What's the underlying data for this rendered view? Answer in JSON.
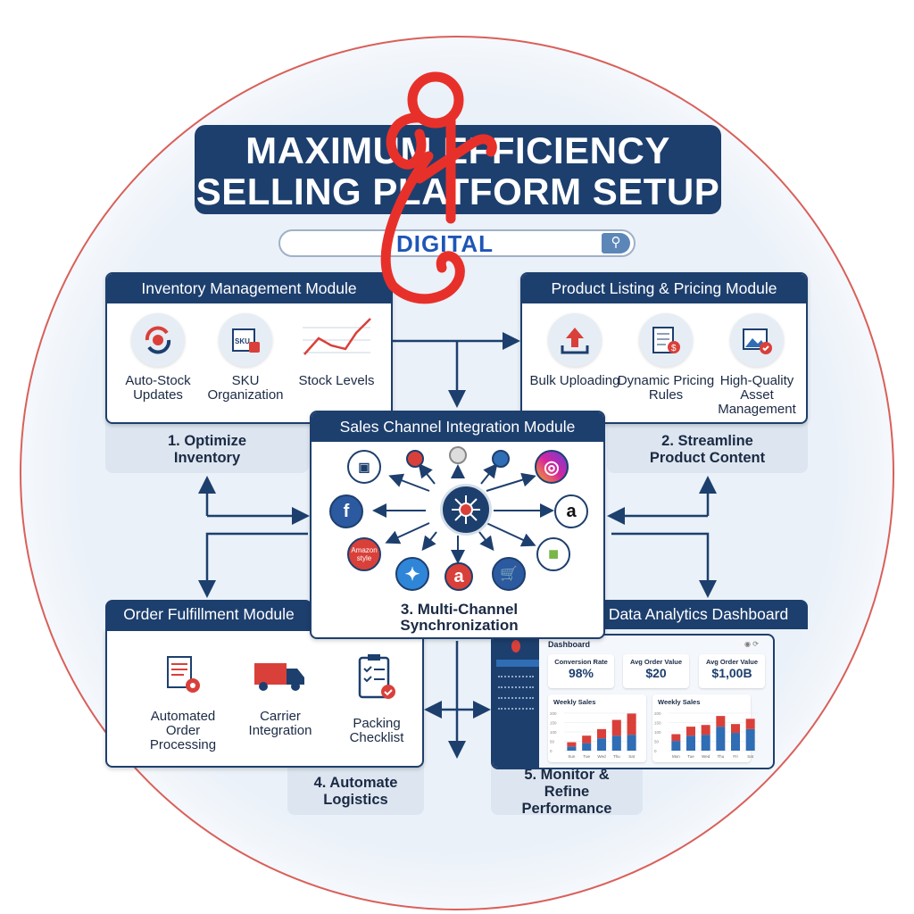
{
  "title": {
    "line1": "MAXIMUM EFFICIENCY",
    "line2": "SELLING PLATFORM SETUP"
  },
  "search": {
    "value": "DIGITAL",
    "icon": "search-icon"
  },
  "logo": {
    "color": "#e8302a"
  },
  "colors": {
    "navy": "#1d3f6e",
    "red": "#d9403a",
    "blue": "#2f6db5",
    "panel": "#dde6f0"
  },
  "inventory": {
    "header": "Inventory Management Module",
    "items": [
      {
        "label": "Auto-Stock Updates",
        "icon": "sync-gear-icon"
      },
      {
        "label": "SKU Organization",
        "icon": "sku-box-icon",
        "icon_text": "SKU"
      },
      {
        "label": "Stock Levels",
        "icon": "line-chart-icon"
      }
    ],
    "step": "1. Optimize Inventory"
  },
  "listing": {
    "header": "Product Listing & Pricing Module",
    "items": [
      {
        "label": "Bulk Uploading",
        "icon": "upload-icon"
      },
      {
        "label": "Dynamic Pricing Rules",
        "icon": "price-checklist-icon"
      },
      {
        "label": "High-Quality Asset Management",
        "icon": "image-check-icon"
      }
    ],
    "step": "2. Streamline Product Content"
  },
  "sales": {
    "header": "Sales Channel Integration Module",
    "channels": [
      {
        "name": "web-store-icon"
      },
      {
        "name": "small-red-icon"
      },
      {
        "name": "small-gray-icon"
      },
      {
        "name": "small-blue-icon"
      },
      {
        "name": "instagram-icon"
      },
      {
        "name": "facebook-icon",
        "glyph": "f"
      },
      {
        "name": "amazon-icon",
        "glyph": "a"
      },
      {
        "name": "amazon-style-icon",
        "glyph": "Amazon style"
      },
      {
        "name": "twitter-icon"
      },
      {
        "name": "amazon-red-icon",
        "glyph": "a"
      },
      {
        "name": "cart-icon"
      },
      {
        "name": "shopify-icon"
      }
    ],
    "step": "3. Multi-Channel Synchronization"
  },
  "fulfillment": {
    "header": "Order Fulfillment Module",
    "items": [
      {
        "label": "Automated Order Processing",
        "icon": "document-gear-icon"
      },
      {
        "label": "Carrier Integration",
        "icon": "truck-icon"
      },
      {
        "label": "Packing Checklist",
        "icon": "clipboard-check-icon"
      }
    ],
    "step": "4. Automate Logistics"
  },
  "analytics": {
    "header": "Data Analytics Dashboard",
    "step": "5. Monitor & Refine Performance",
    "dashboard": {
      "title": "Dashboard",
      "kpis": [
        {
          "label": "Conversion Rate",
          "value": "98%"
        },
        {
          "label": "Avg Order Value",
          "value": "$20"
        },
        {
          "label": "Avg Order Value",
          "value": "$1,00B"
        }
      ]
    }
  },
  "chart_data": [
    {
      "type": "bar",
      "title": "Weekly Sales",
      "categories": [
        "Sun",
        "Tue",
        "Wed",
        "Thu",
        "Sat"
      ],
      "series": [
        {
          "values": [
            22,
            40,
            66,
            80,
            85
          ],
          "color": "#2f6db5"
        },
        {
          "values": [
            23,
            40,
            49,
            84,
            113
          ],
          "color": "#d9403a"
        }
      ],
      "stacked": true,
      "yticks": [
        0,
        50,
        100,
        150,
        200
      ],
      "ylim": [
        0,
        200
      ]
    },
    {
      "type": "bar",
      "title": "Weekly Sales",
      "categories": [
        "Mon",
        "Tue",
        "Wed",
        "Thu",
        "Fri",
        "Sat"
      ],
      "series": [
        {
          "values": [
            52,
            80,
            85,
            128,
            95,
            115
          ],
          "color": "#2f6db5"
        },
        {
          "values": [
            36,
            48,
            52,
            57,
            47,
            55
          ],
          "color": "#d9403a"
        }
      ],
      "stacked": true,
      "yticks": [
        0,
        50,
        100,
        150,
        200
      ],
      "ylim": [
        0,
        200
      ]
    }
  ]
}
